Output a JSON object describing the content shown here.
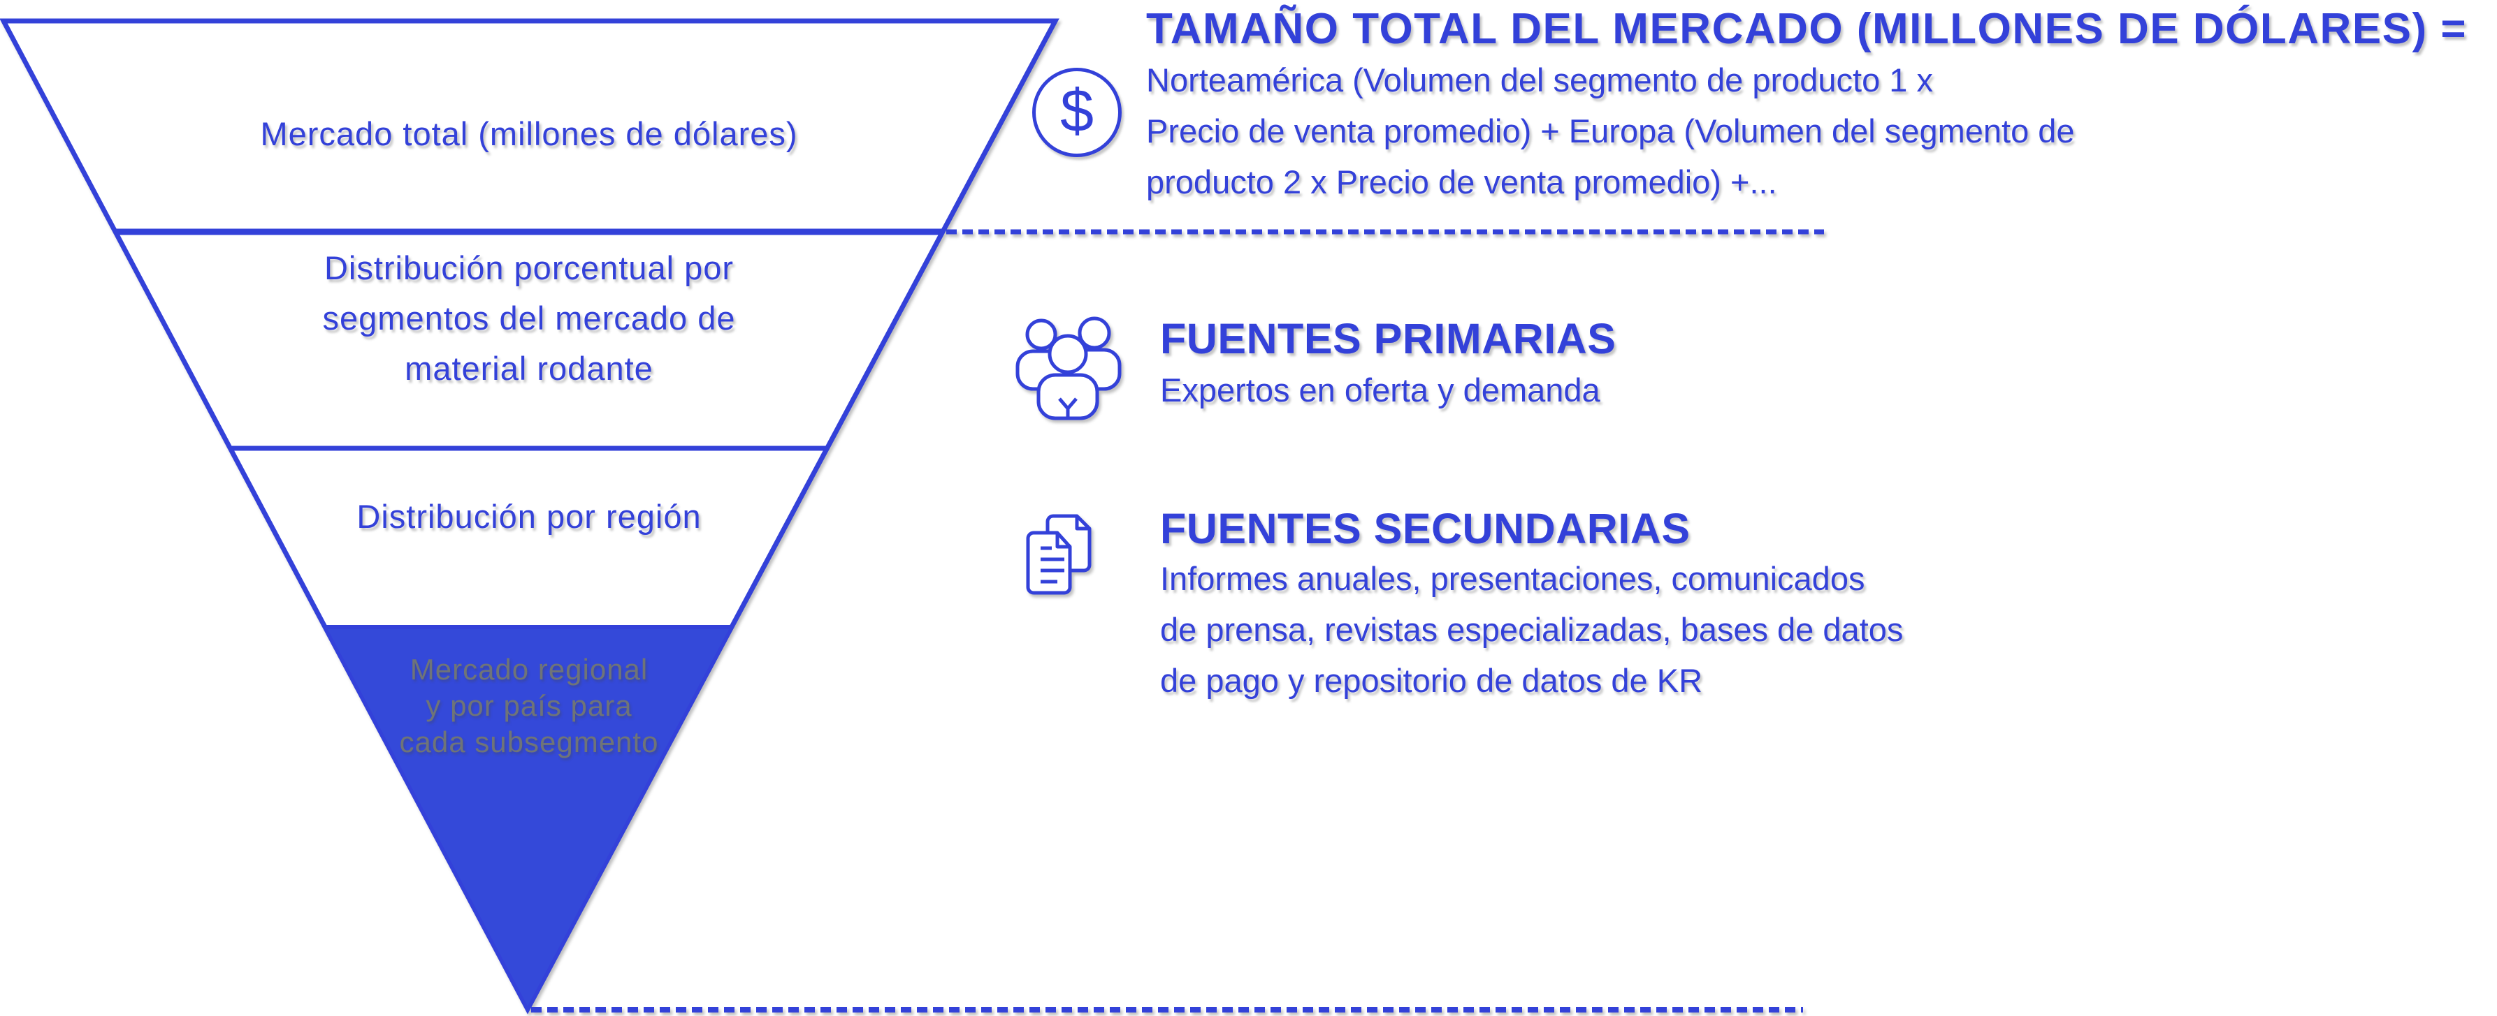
{
  "colors": {
    "accent": "#3341d9",
    "funnel_fill": "#3449d9",
    "muted_text": "#6f7478"
  },
  "funnel": {
    "levels": [
      {
        "label": "Mercado total (millones de dólares)"
      },
      {
        "lines": [
          "Distribución porcentual por",
          "segmentos del mercado de",
          "material rodante"
        ]
      },
      {
        "label": "Distribución por región"
      },
      {
        "lines": [
          "Mercado regional",
          "y por país para",
          "cada subsegmento"
        ]
      }
    ]
  },
  "right": {
    "market_size": {
      "icon": "dollar-circle-icon",
      "icon_glyph": "$",
      "title": "TAMAÑO TOTAL DEL MERCADO (MILLONES DE DÓLARES) =",
      "formula_lines": [
        "Norteamérica (Volumen del segmento de producto 1 x",
        "Precio de venta promedio) + Europa (Volumen del segmento de",
        "producto 2 x Precio de venta promedio) +..."
      ]
    },
    "primary_sources": {
      "icon": "people-group-icon",
      "title": "FUENTES PRIMARIAS",
      "description": "Expertos en oferta y demanda"
    },
    "secondary_sources": {
      "icon": "documents-icon",
      "title": "FUENTES SECUNDARIAS",
      "lines": [
        "Informes anuales, presentaciones, comunicados",
        "de prensa, revistas especializadas, bases de datos",
        "de pago y repositorio de datos de KR"
      ]
    }
  }
}
